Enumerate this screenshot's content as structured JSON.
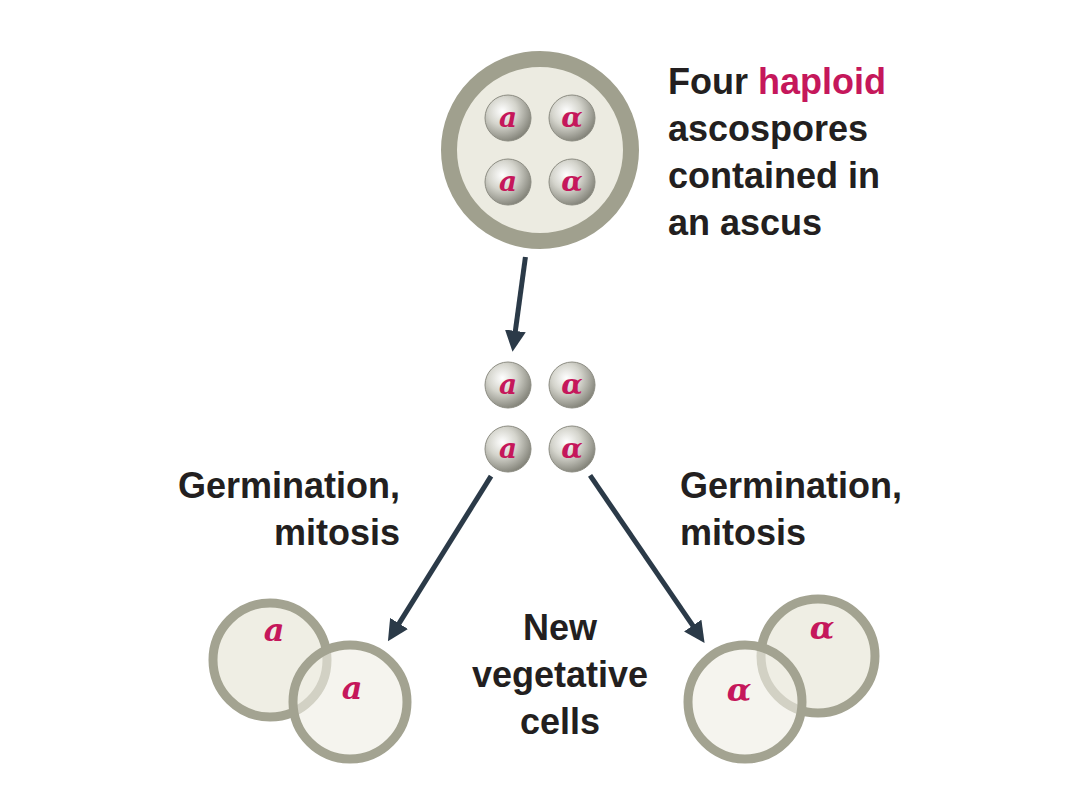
{
  "diagram": {
    "nodes": [
      {
        "text": [
          "Four haploid ascospores contained in an ascus"
        ]
      },
      {
        "text": [
          "a"
        ],
        "in": 0
      },
      {
        "text": [
          "α"
        ],
        "in": 0
      },
      {
        "text": [
          "a"
        ],
        "in": 0
      },
      {
        "text": [
          "α"
        ],
        "in": 0
      },
      {
        "text": [
          "a"
        ]
      },
      {
        "text": [
          "α"
        ]
      },
      {
        "text": [
          "a"
        ]
      },
      {
        "text": [
          "α"
        ]
      },
      {
        "text": [
          "a"
        ]
      },
      {
        "text": [
          "a"
        ]
      },
      {
        "text": [
          "α"
        ]
      },
      {
        "text": [
          "α"
        ]
      }
    ],
    "edges": [
      {
        "from": 0,
        "to": 5,
        "arrow": "to"
      },
      {
        "from": 7,
        "to": 10,
        "arrow": "to"
      },
      {
        "from": 8,
        "to": 12,
        "arrow": "to"
      }
    ],
    "labels": [
      "Germination, mitosis",
      "Germination, mitosis",
      "New vegetative cells"
    ]
  }
}
